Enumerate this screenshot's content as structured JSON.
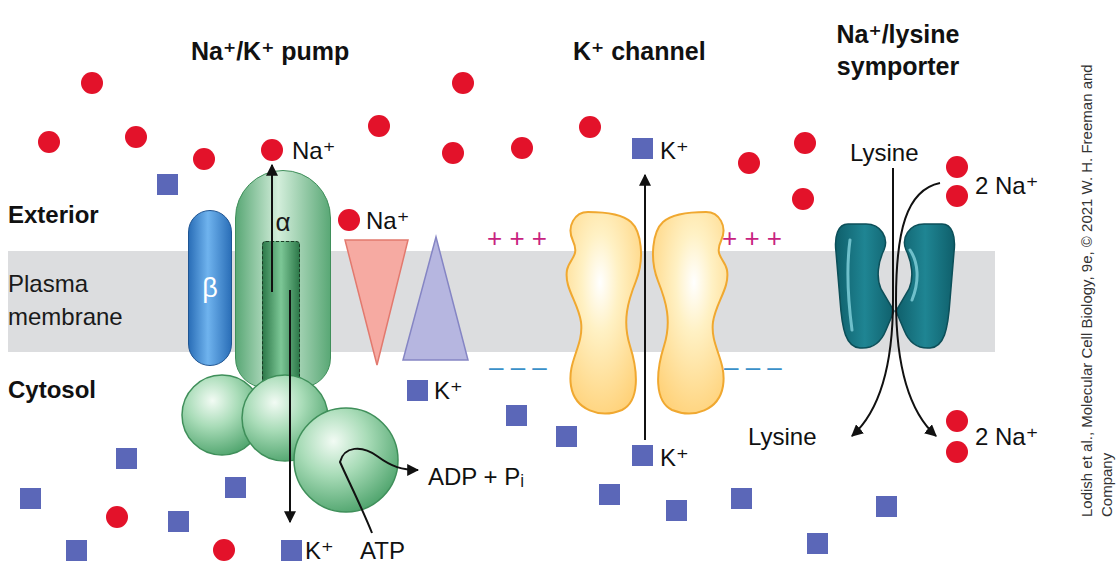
{
  "diagram": {
    "nodes": [
      {
        "text": [
          "Plasma membrane"
        ]
      },
      {
        "text": [
          "β"
        ]
      },
      {
        "text": [
          "α"
        ]
      }
    ],
    "labels": [
      "Na⁺/K⁺ pump",
      "K⁺ channel",
      "Na⁺/lysine symporter",
      "Exterior",
      "Cytosol",
      "Na⁺",
      "Na⁺",
      "K⁺",
      "ADP + Pᵢ",
      "K⁺",
      "ATP",
      "K⁺",
      "K⁺",
      "+ + +",
      "+ + +",
      "– – –",
      "– – –",
      "Lysine",
      "2 Na⁺",
      "Lysine",
      "2 Na⁺",
      "Lodish et al., Molecular Cell Biology, 9e, © 2021 W. H. Freeman and Company"
    ]
  }
}
